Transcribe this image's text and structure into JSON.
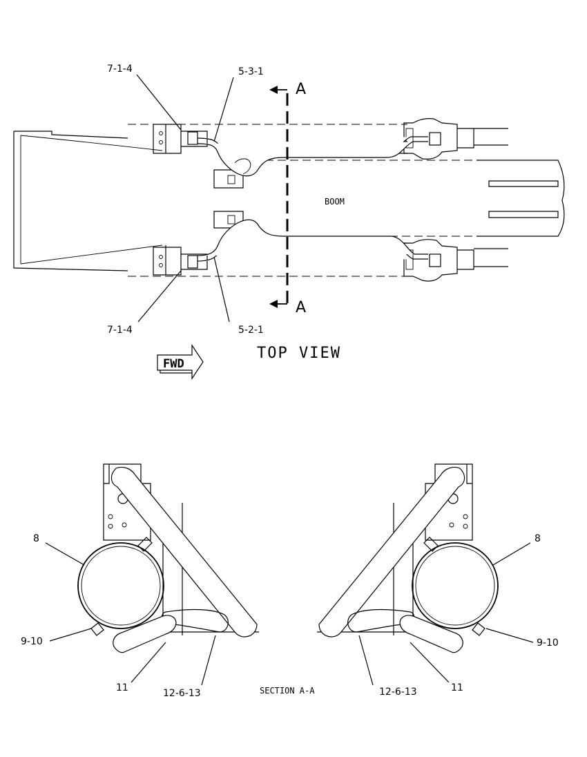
{
  "top_view": {
    "title": "TOP VIEW",
    "boom_label": "BOOM",
    "fwd_label": "FWD",
    "section_marker_top": "A",
    "section_marker_bottom": "A",
    "callouts": {
      "upper_left": "7-1-4",
      "upper_right": "5-3-1",
      "lower_left": "7-1-4",
      "lower_right": "5-2-1"
    }
  },
  "section_view": {
    "title": "SECTION A-A",
    "left_callouts": {
      "clamp": "8",
      "bolt": "9-10",
      "block": "11",
      "hose_clip": "12-6-13"
    },
    "right_callouts": {
      "clamp": "8",
      "bolt": "9-10",
      "block": "11",
      "hose_clip": "12-6-13"
    }
  }
}
